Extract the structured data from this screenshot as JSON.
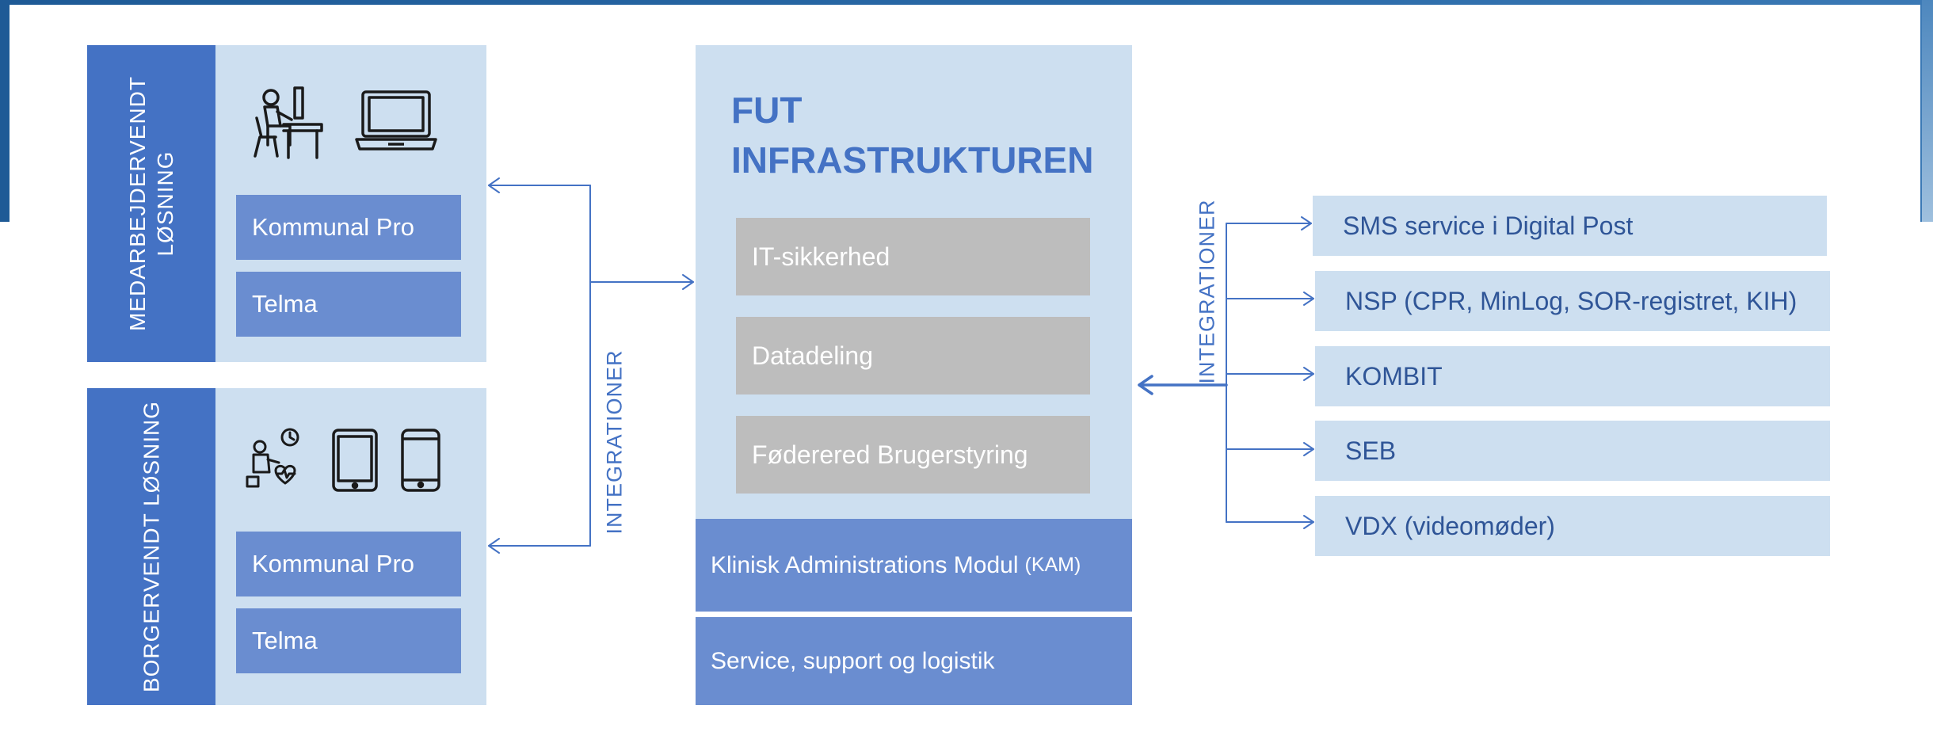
{
  "employee_solution": {
    "tab_label_line1": "MEDARBEJDERVENDT",
    "tab_label_line2": "LØSNING",
    "apps": [
      "Kommunal Pro",
      "Telma"
    ],
    "icons": [
      "desk-worker-icon",
      "laptop-icon"
    ]
  },
  "citizen_solution": {
    "tab_label": "BORGERVENDT LØSNING",
    "apps": [
      "Kommunal Pro",
      "Telma"
    ],
    "icons": [
      "patient-monitoring-icon",
      "tablet-icon",
      "smartphone-icon"
    ]
  },
  "left_integration_label": "INTEGRATIONER",
  "right_integration_label": "INTEGRATIONER",
  "fut": {
    "title_line1": "FUT",
    "title_line2": "INFRASTRUKTUREN",
    "components": [
      "IT-sikkerhed",
      "Datadeling",
      "Føderered Brugerstyring"
    ],
    "modules": {
      "kam_main": "Klinisk Administrations Modul",
      "kam_abbr": "(KAM)",
      "service": "Service, support og logistik"
    }
  },
  "integrations": [
    "SMS service i Digital Post",
    "NSP (CPR, MinLog, SOR-registret, KIH)",
    "KOMBIT",
    "SEB",
    "VDX (videomøder)"
  ],
  "colors": {
    "dark_blue": "#4472c4",
    "light_panel": "#cddff0",
    "app_box": "#6a8dd0",
    "gray_box": "#bdbdbd",
    "text_blue": "#2f5597",
    "header_bg": "#1e5a96"
  }
}
